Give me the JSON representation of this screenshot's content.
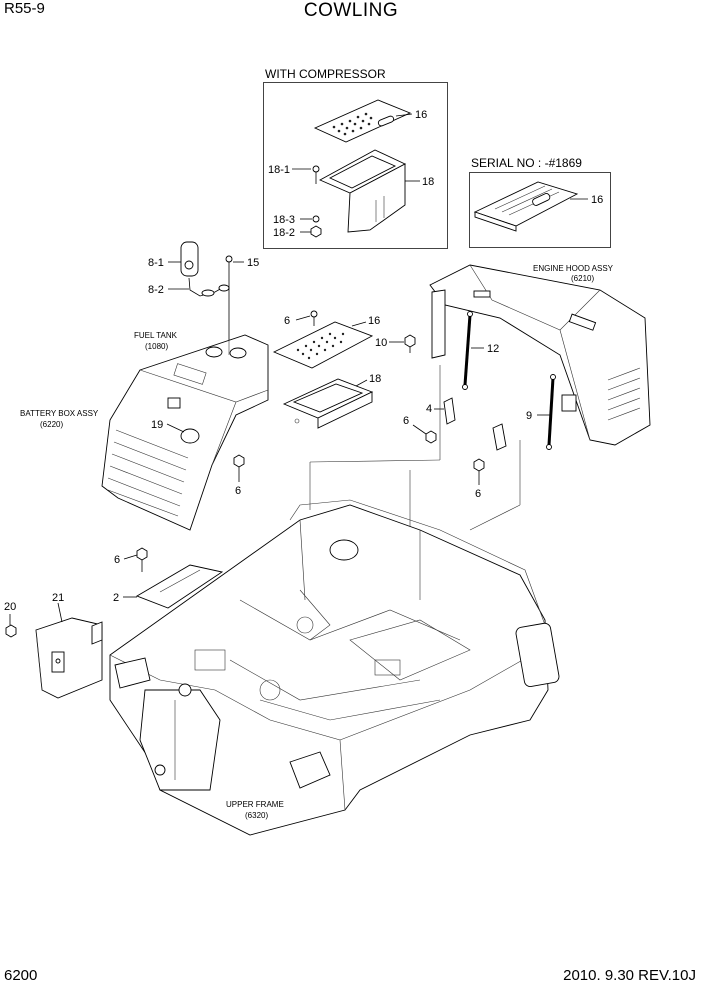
{
  "header": {
    "model": "R55-9",
    "title": "COWLING"
  },
  "footer": {
    "page": "6200",
    "revision": "2010. 9.30  REV.10J"
  },
  "insets": {
    "compressor": {
      "title": "WITH COMPRESSOR"
    },
    "serial": {
      "title": "SERIAL NO : -#1869"
    }
  },
  "callouts": {
    "c16a": "16",
    "c18_1": "18-1",
    "c18a": "18",
    "c18_3": "18-3",
    "c18_2": "18-2",
    "c16b": "16",
    "c8_1": "8-1",
    "c15": "15",
    "c8_2": "8-2",
    "c6a": "6",
    "c16c": "16",
    "c10": "10",
    "c12": "12",
    "c18b": "18",
    "c19": "19",
    "c6b": "6",
    "c4": "4",
    "c6c": "6",
    "c9": "9",
    "c6d": "6",
    "c6e": "6",
    "c2": "2",
    "c20": "20",
    "c21": "21"
  },
  "assemblies": {
    "engine_hood": {
      "name": "ENGINE HOOD ASSY",
      "code": "(6210)"
    },
    "fuel_tank": {
      "name": "FUEL TANK",
      "code": "(1080)"
    },
    "battery_box": {
      "name": "BATTERY BOX ASSY",
      "code": "(6220)"
    },
    "upper_frame": {
      "name": "UPPER FRAME",
      "code": "(6320)"
    }
  }
}
